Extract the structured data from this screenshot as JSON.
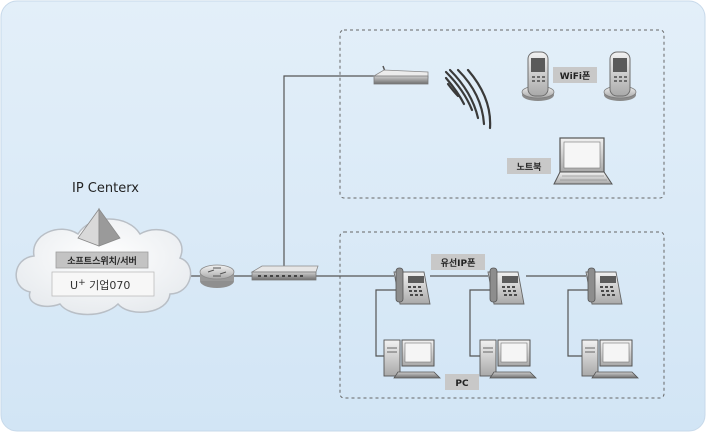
{
  "title": "IP Centerx",
  "cloud": {
    "softswitch_label": "소프트스위치/서버",
    "service_prefix": "U",
    "service_sup": "+",
    "service_suffix": " 기업070"
  },
  "labels": {
    "wifi_phone": "WiFi폰",
    "notebook": "노트북",
    "wired_phone": "유선IP폰",
    "pc": "PC"
  },
  "colors": {
    "background": "#d9eaf8",
    "line": "#555555",
    "label_bg": "#c8c8c8",
    "dashed_border": "#666666"
  },
  "icons": {
    "router": "router-icon",
    "switch": "switch-icon",
    "wifi_ap": "wifi-ap-icon",
    "wifi_waves": "wifi-waves-icon",
    "wifi_phone": "wifi-phone-icon",
    "notebook": "notebook-icon",
    "ip_phone": "ip-phone-icon",
    "pc": "pc-icon",
    "server": "server-pyramid-icon",
    "cloud": "cloud-icon"
  }
}
